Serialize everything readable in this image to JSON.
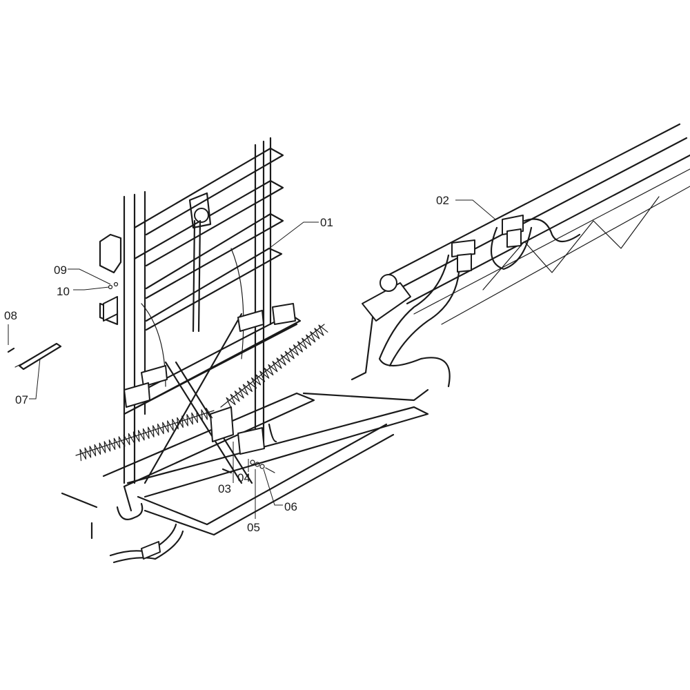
{
  "diagram": {
    "callouts": [
      {
        "id": "01",
        "label": "01"
      },
      {
        "id": "02",
        "label": "02"
      },
      {
        "id": "03",
        "label": "03"
      },
      {
        "id": "04",
        "label": "04"
      },
      {
        "id": "05",
        "label": "05"
      },
      {
        "id": "06",
        "label": "06"
      },
      {
        "id": "07",
        "label": "07"
      },
      {
        "id": "08",
        "label": "08"
      },
      {
        "id": "09",
        "label": "09"
      },
      {
        "id": "10",
        "label": "10"
      }
    ]
  }
}
